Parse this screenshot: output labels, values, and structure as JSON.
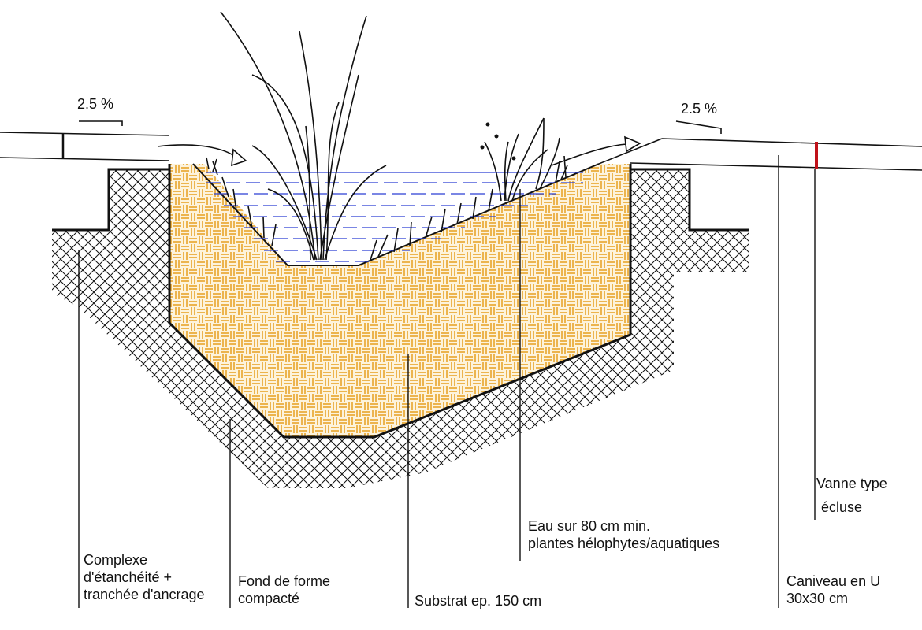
{
  "slopes": {
    "left": "2.5 %",
    "right": "2.5 %"
  },
  "labels": {
    "complexe_line1": "Complexe",
    "complexe_line2": "d'étanchéité +",
    "complexe_line3": "tranchée d'ancrage",
    "fond_line1": "Fond de forme",
    "fond_line2": "compacté",
    "substrat": "Substrat ep. 150 cm",
    "eau_line1": "Eau sur 80 cm min.",
    "eau_line2": "plantes hélophytes/aquatiques",
    "caniveau_line1": "Caniveau en U",
    "caniveau_line2": "30x30 cm",
    "vanne_line1": "Vanne type",
    "vanne_line2": "écluse"
  },
  "colors": {
    "substrate_fill": "#fdf3dc",
    "substrate_pattern": "#e8a52a",
    "water": "#2a3fd4",
    "gate": "#c0121a",
    "ink": "#111111"
  }
}
